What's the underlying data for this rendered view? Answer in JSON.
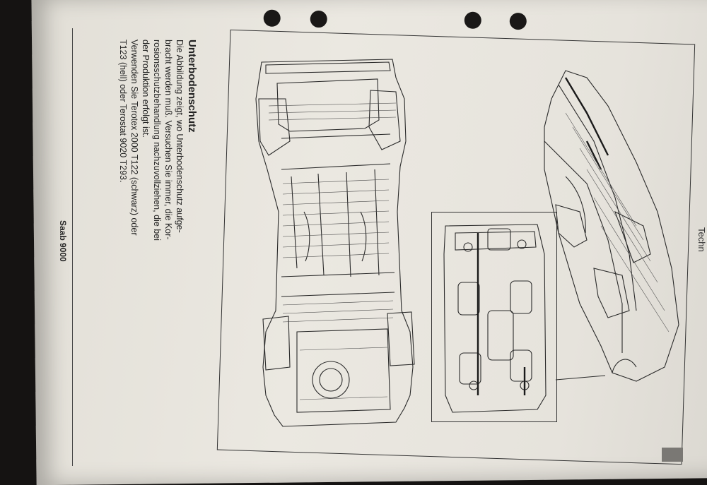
{
  "section": {
    "heading": "Unterbodenschutz",
    "body_lines": [
      "Die Abbildung zeigt, wo Unterbodenschutz aufge-",
      "bracht werden muß. Versuchen Sie immer, die Kor-",
      "rosionsschutzbehandlung nachzuvollziehen, die bei",
      "der Produktion erfolgt ist.",
      "Verwenden Sie Terotex 2000 T122 (schwarz) oder",
      "T123 (hell) oder Terostat 9020 T293."
    ]
  },
  "footer": {
    "model": "Saab 9000"
  },
  "header_fragment": "Techn",
  "colors": {
    "paper": "#e6e3dc",
    "ink": "#222222",
    "background": "#151312"
  }
}
